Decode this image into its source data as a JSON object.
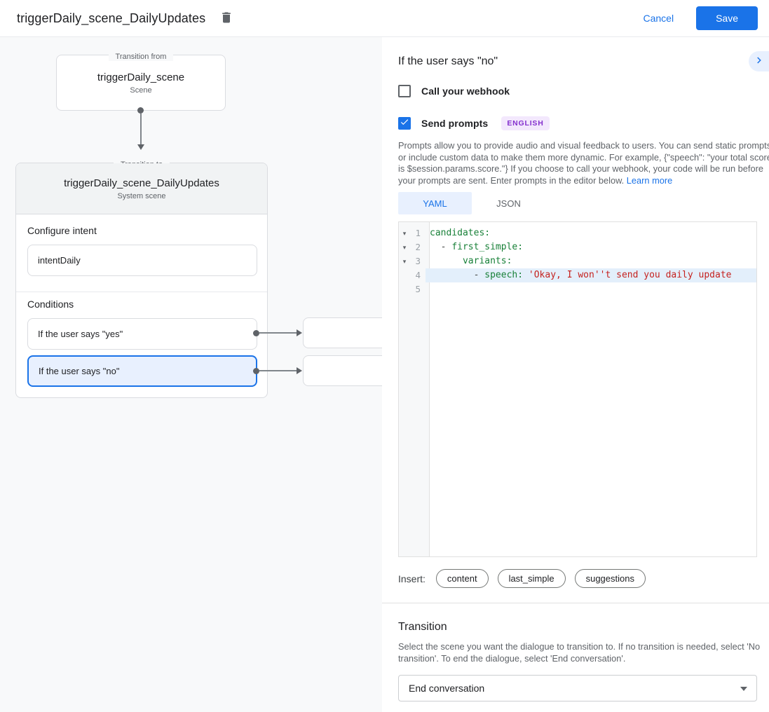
{
  "topbar": {
    "title": "triggerDaily_scene_DailyUpdates",
    "cancel_label": "Cancel",
    "save_label": "Save"
  },
  "canvas": {
    "from_box": {
      "legend": "Transition from",
      "title": "triggerDaily_scene",
      "subtitle": "Scene"
    },
    "to_card": {
      "legend": "Transition to",
      "title": "triggerDaily_scene_DailyUpdates",
      "subtitle": "System scene",
      "configure_intent_label": "Configure intent",
      "intent_value": "intentDaily",
      "conditions_label": "Conditions",
      "conditions": [
        {
          "label": "If the user says \"yes\""
        },
        {
          "label": "If the user says \"no\""
        }
      ]
    }
  },
  "panel": {
    "title": "If the user says \"no\"",
    "webhook_label": "Call your webhook",
    "send_prompts_label": "Send prompts",
    "language_badge": "ENGLISH",
    "description": "Prompts allow you to provide audio and visual feedback to users. You can send static prompts or include custom data to make them more dynamic. For example, {\"speech\": \"your total score is $session.params.score.\"} If you choose to call your webhook, your code will be run before your prompts are sent. Enter prompts in the editor below. ",
    "learn_more_label": "Learn more",
    "tabs": [
      {
        "label": "YAML"
      },
      {
        "label": "JSON"
      }
    ],
    "editor": {
      "lines": [
        {
          "num": "1",
          "fold": true,
          "highlight": false,
          "segments": [
            {
              "t": "candidates:",
              "c": "key"
            }
          ]
        },
        {
          "num": "2",
          "fold": true,
          "highlight": false,
          "segments": [
            {
              "t": "  - ",
              "c": "plain"
            },
            {
              "t": "first_simple:",
              "c": "key"
            }
          ]
        },
        {
          "num": "3",
          "fold": true,
          "highlight": false,
          "segments": [
            {
              "t": "      ",
              "c": "plain"
            },
            {
              "t": "variants:",
              "c": "key"
            }
          ]
        },
        {
          "num": "4",
          "fold": false,
          "highlight": true,
          "segments": [
            {
              "t": "        - ",
              "c": "plain"
            },
            {
              "t": "speech:",
              "c": "key"
            },
            {
              "t": " ",
              "c": "plain"
            },
            {
              "t": "'Okay, I won''t send you daily update",
              "c": "string"
            }
          ]
        },
        {
          "num": "5",
          "fold": false,
          "highlight": false,
          "segments": []
        }
      ]
    },
    "insert_label": "Insert:",
    "chips": [
      "content",
      "last_simple",
      "suggestions"
    ],
    "transition": {
      "title": "Transition",
      "description": "Select the scene you want the dialogue to transition to. If no transition is needed, select 'No transition'. To end the dialogue, select 'End conversation'.",
      "dropdown_value": "End conversation"
    }
  },
  "colors": {
    "accent": "#1a73e8",
    "selected_bg": "#e8f0fe",
    "badge_bg": "#f3e8fd",
    "badge_text": "#8430ce",
    "code_key": "#188038",
    "code_string": "#c5221f",
    "line_highlight": "#e3effb"
  }
}
